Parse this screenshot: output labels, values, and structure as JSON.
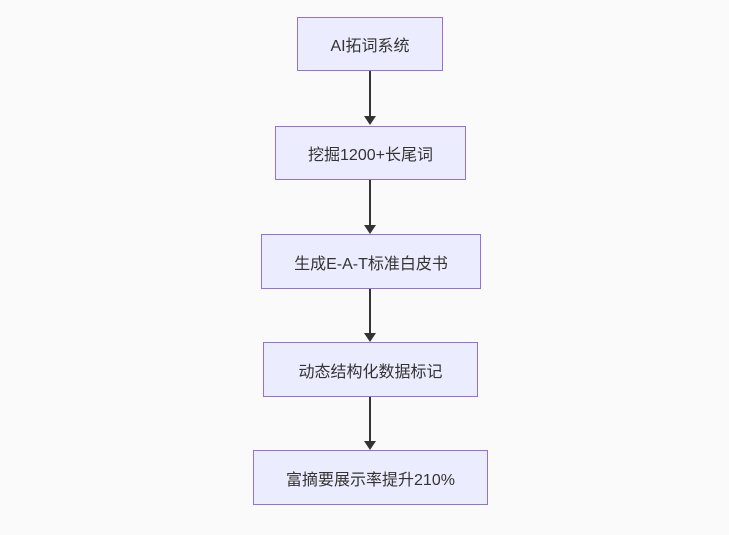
{
  "diagram": {
    "type": "flowchart",
    "direction": "top-down",
    "nodes": [
      {
        "label": "AI拓词系统"
      },
      {
        "label": "挖掘1200+长尾词"
      },
      {
        "label": "生成E-A-T标准白皮书"
      },
      {
        "label": "动态结构化数据标记"
      },
      {
        "label": "富摘要展示率提升210%"
      }
    ],
    "edges": [
      {
        "from": 0,
        "to": 1
      },
      {
        "from": 1,
        "to": 2
      },
      {
        "from": 2,
        "to": 3
      },
      {
        "from": 3,
        "to": 4
      }
    ]
  },
  "colors": {
    "node_fill": "#ECECFF",
    "node_border": "#9370DB",
    "edge": "#333333",
    "text": "#333333",
    "background": "#FAFAFA"
  }
}
